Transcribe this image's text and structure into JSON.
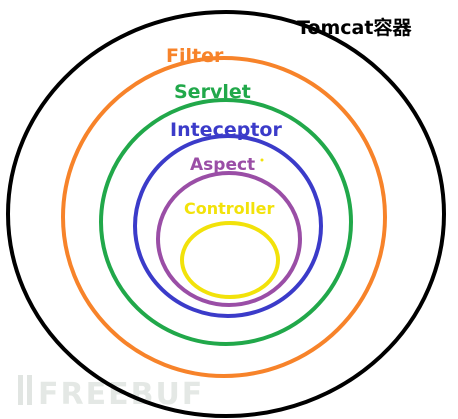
{
  "diagram": {
    "labels": {
      "tomcat": "Tomcat容器",
      "filter": "Filter",
      "servlet": "Servlet",
      "inteceptor": "Inteceptor",
      "aspect": "Aspect",
      "controller": "Controller"
    },
    "colors": {
      "tomcat": "#000000",
      "filter": "#f7832a",
      "servlet": "#21a84a",
      "inteceptor": "#3b3bc9",
      "aspect": "#9a4ea6",
      "controller": "#f2e20a"
    }
  },
  "watermark": {
    "text": "FREEBUF",
    "color": "#cfd6d0"
  }
}
